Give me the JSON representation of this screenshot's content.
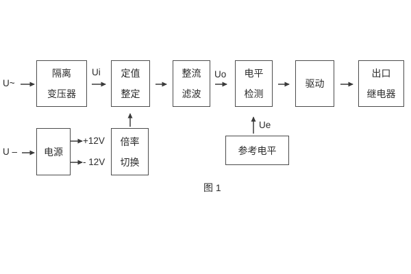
{
  "figure": {
    "caption": "图 1",
    "blocks": {
      "isolation_transformer": "隔离\n变压器",
      "setting_adjust": "定值\n整定",
      "rectifier_filter": "整流\n滤波",
      "level_detect": "电平\n检测",
      "drive": "驱动",
      "output_relay": "出口\n继电器",
      "power_supply": "电源",
      "multiplier_switch": "倍率\n切换",
      "reference_level": "参考电平"
    },
    "signal_labels": {
      "ac_input": "U~",
      "dc_input": "U –",
      "ui": "Ui",
      "uo": "Uo",
      "ue": "Ue",
      "plus_12v": "+12V",
      "minus_12v": "- 12V"
    },
    "colors": {
      "line": "#4a4a4a",
      "text": "#2b2b2b",
      "background": "#ffffff"
    }
  }
}
